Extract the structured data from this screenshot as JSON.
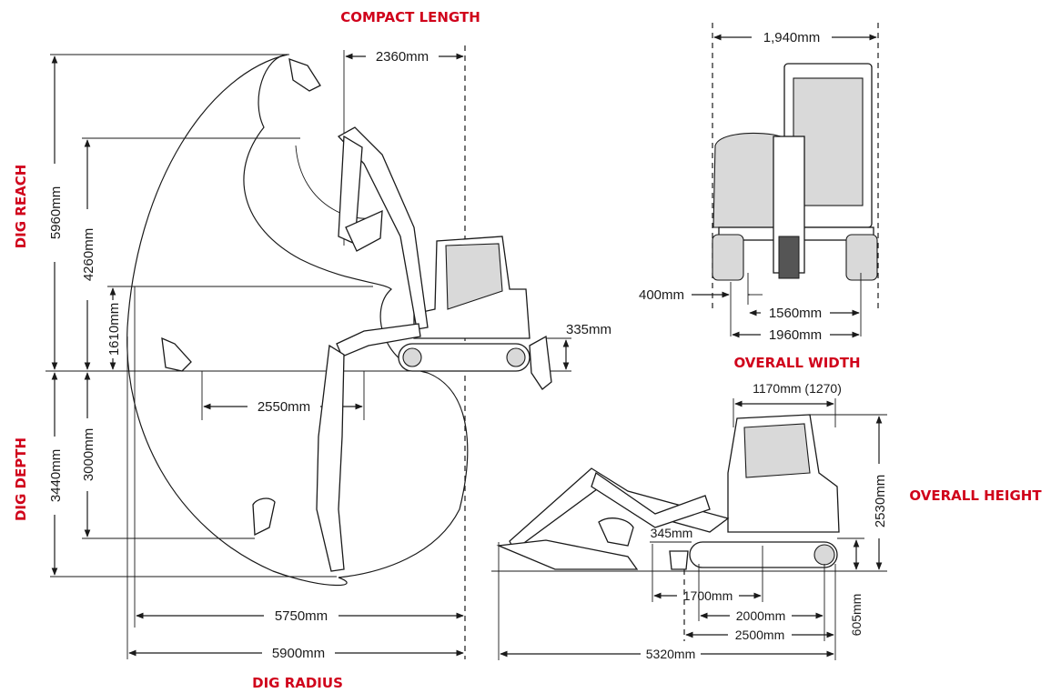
{
  "colors": {
    "heading": "#d0021b",
    "line": "#1a1a1a"
  },
  "headings": {
    "compact_length": "COMPACT LENGTH",
    "dig_reach": "DIG REACH",
    "dig_depth": "DIG DEPTH",
    "dig_radius": "DIG RADIUS",
    "overall_width": "OVERALL WIDTH",
    "overall_height": "OVERALL HEIGHT"
  },
  "side_view_dims": {
    "compact_length": "2360mm",
    "reach_5960": "5960mm",
    "reach_4260": "4260mm",
    "reach_1610": "1610mm",
    "blade_335": "335mm",
    "dump_2550": "2550mm",
    "depth_3440": "3440mm",
    "depth_3000": "3000mm",
    "radius_5750": "5750mm",
    "radius_5900": "5900mm"
  },
  "front_view_dims": {
    "width_1940": "1,940mm",
    "track_400": "400mm",
    "width_1560": "1560mm",
    "width_1960": "1960mm"
  },
  "transport_view_dims": {
    "tail_1170": "1170mm (1270)",
    "height_2530": "2530mm",
    "clearance_345": "345mm",
    "length_1700": "1700mm",
    "length_2000": "2000mm",
    "length_2500": "2500mm",
    "height_605": "605mm",
    "length_5320": "5320mm"
  }
}
